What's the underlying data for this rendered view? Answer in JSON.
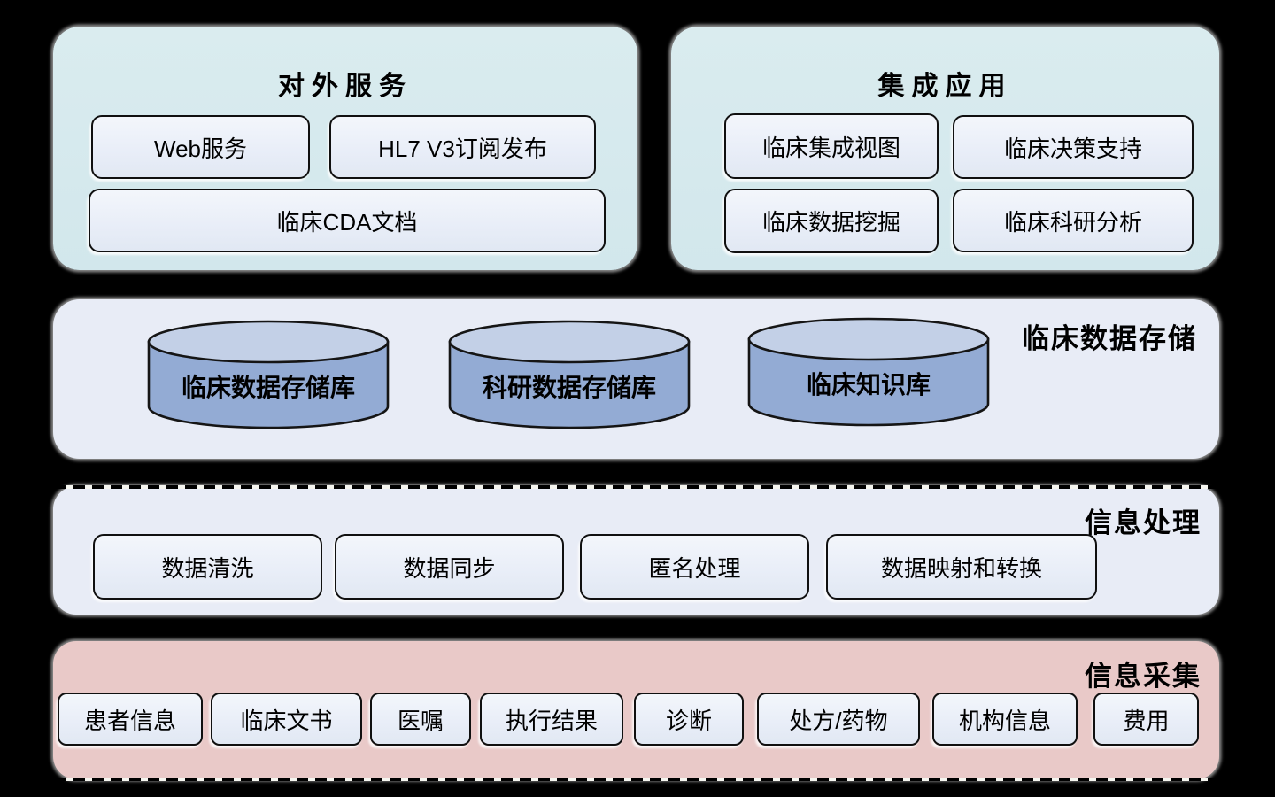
{
  "colors": {
    "page_background": "#000000",
    "panel_teal": "#d6e9ed",
    "panel_blue_grey": "#e8ecf6",
    "panel_pink": "#e9c9c8",
    "node_fill": "#e9eef8",
    "node_border": "#101010",
    "cylinder_body": "#93abd4",
    "cylinder_top": "#c3d0e7",
    "text": "#000000"
  },
  "sections": {
    "external_services": {
      "title": "对外服务",
      "nodes": [
        "Web服务",
        "HL7 V3订阅发布",
        "临床CDA文档"
      ]
    },
    "integrated_apps": {
      "title": "集成应用",
      "nodes": [
        "临床集成视图",
        "临床决策支持",
        "临床数据挖掘",
        "临床科研分析"
      ]
    },
    "clinical_data_storage": {
      "title": "临床数据存储",
      "cylinders": [
        "临床数据存储库",
        "科研数据存储库",
        "临床知识库"
      ]
    },
    "info_processing": {
      "title": "信息处理",
      "nodes": [
        "数据清洗",
        "数据同步",
        "匿名处理",
        "数据映射和转换"
      ]
    },
    "info_collection": {
      "title": "信息采集",
      "nodes": [
        "患者信息",
        "临床文书",
        "医嘱",
        "执行结果",
        "诊断",
        "处方/药物",
        "机构信息",
        "费用"
      ]
    }
  }
}
